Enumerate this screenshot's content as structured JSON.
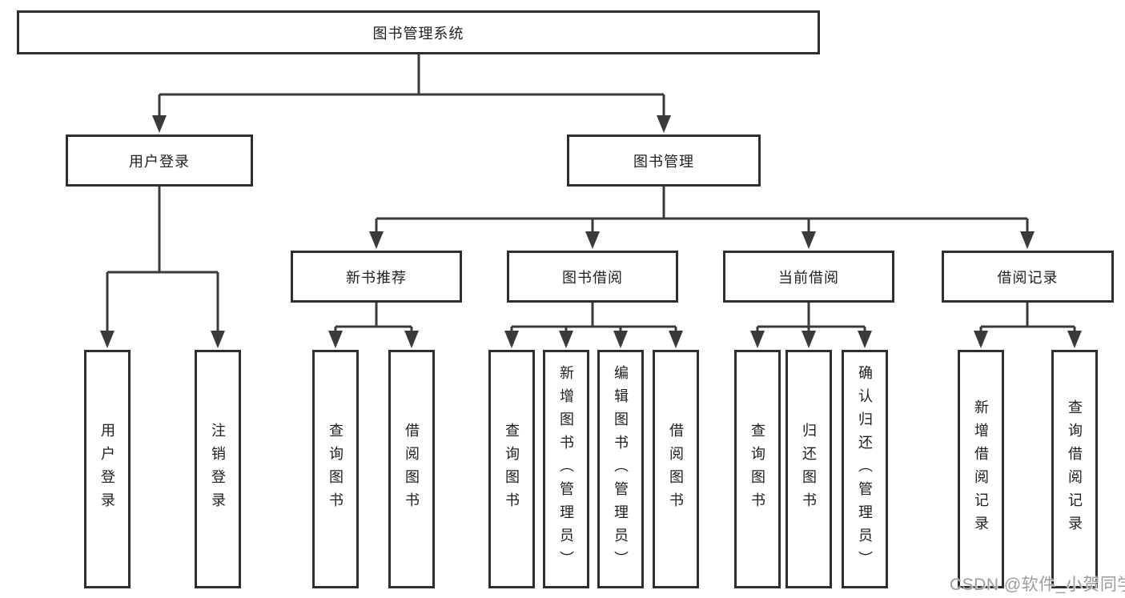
{
  "colors": {
    "line": "#3a3a3a",
    "box_border": "#2e2e2e",
    "text": "#1e1e1e",
    "background": "#ffffff",
    "watermark": "#9b9ba0"
  },
  "diagram": {
    "root": {
      "label": "图书管理系统"
    },
    "level2": [
      {
        "label": "用户登录"
      },
      {
        "label": "图书管理"
      }
    ],
    "level3": [
      {
        "label": "新书推荐"
      },
      {
        "label": "图书借阅"
      },
      {
        "label": "当前借阅"
      },
      {
        "label": "借阅记录"
      }
    ],
    "leaves": {
      "user_login": [
        {
          "label": "用户登录"
        },
        {
          "label": "注销登录"
        }
      ],
      "new_book": [
        {
          "label": "查询图书"
        },
        {
          "label": "借阅图书"
        }
      ],
      "book_borrow": [
        {
          "label": "查询图书"
        },
        {
          "label": "新增图书（管理员）"
        },
        {
          "label": "编辑图书（管理员）"
        },
        {
          "label": "借阅图书"
        }
      ],
      "current_borrow": [
        {
          "label": "查询图书"
        },
        {
          "label": "归还图书"
        },
        {
          "label": "确认归还（管理员）"
        }
      ],
      "borrow_record": [
        {
          "label": "新增借阅记录"
        },
        {
          "label": "查询借阅记录"
        }
      ]
    }
  },
  "watermark": {
    "text": "CSDN @软件_小贺同学"
  }
}
